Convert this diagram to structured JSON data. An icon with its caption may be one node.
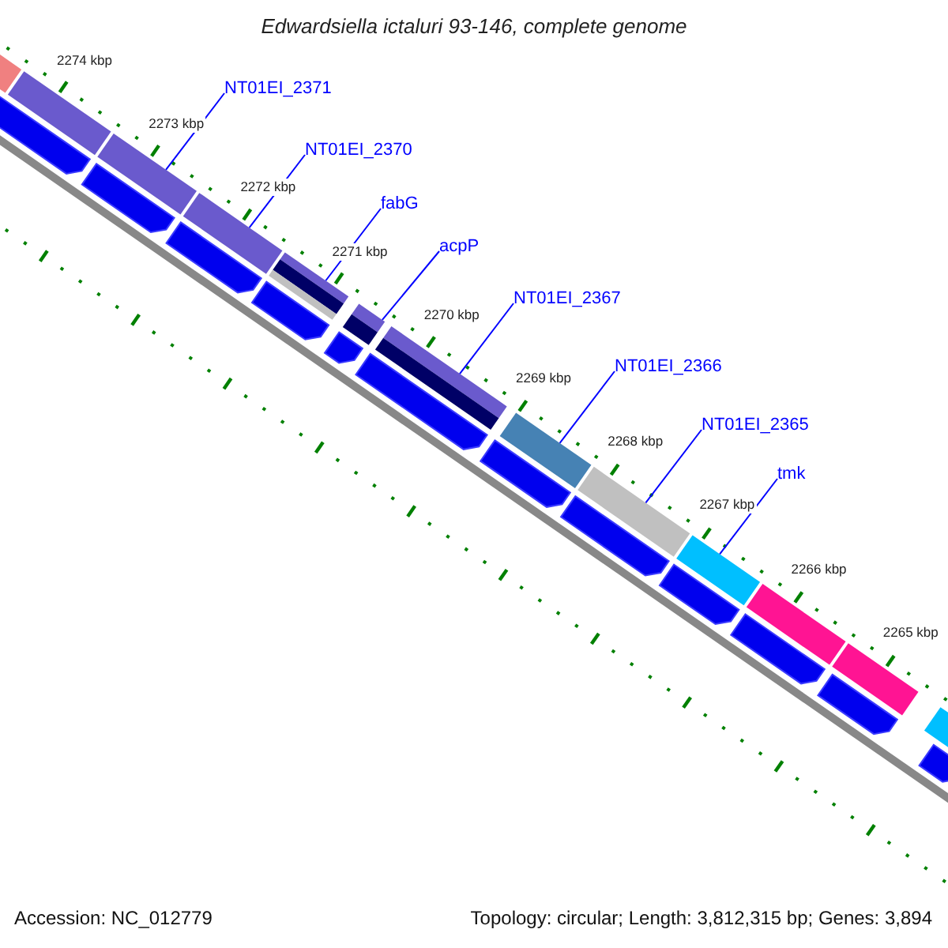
{
  "diagram": {
    "title": "Edwardsiella ictaluri 93-146, complete genome",
    "nodes": [
      {
        "text": [
          "NT01EI_2371"
        ]
      },
      {
        "text": [
          "NT01EI_2370"
        ]
      },
      {
        "text": [
          "fabG"
        ]
      },
      {
        "text": [
          "acpP"
        ]
      },
      {
        "text": [
          "NT01EI_2367"
        ]
      },
      {
        "text": [
          "NT01EI_2366"
        ]
      },
      {
        "text": [
          "NT01EI_2365"
        ]
      },
      {
        "text": [
          "tmk"
        ]
      },
      {
        "text": [],
        "shape": "bar"
      },
      {
        "text": [],
        "shape": "bar"
      },
      {
        "text": [],
        "shape": "bar"
      },
      {
        "text": [],
        "shape": "bar"
      },
      {
        "text": [],
        "shape": "bar"
      },
      {
        "text": [],
        "shape": "bar"
      },
      {
        "text": [],
        "shape": "bar"
      },
      {
        "text": [],
        "shape": "bar"
      },
      {
        "text": [],
        "shape": "bar"
      },
      {
        "text": [],
        "shape": "bar"
      },
      {
        "text": [],
        "shape": "bar"
      },
      {
        "text": [],
        "shape": "bar"
      },
      {
        "text": [],
        "shape": "bar"
      },
      {
        "text": [],
        "shape": "bar"
      },
      {
        "text": [],
        "shape": "bar"
      },
      {
        "text": [],
        "shape": "bar"
      },
      {
        "text": [],
        "shape": "bar"
      },
      {
        "text": [],
        "shape": "bar"
      },
      {
        "text": [],
        "shape": "bar"
      },
      {
        "text": [],
        "shape": "bar"
      },
      {
        "text": [],
        "shape": "bar"
      },
      {
        "text": [],
        "shape": "bar"
      },
      {
        "text": [],
        "shape": "bar"
      },
      {
        "text": [],
        "shape": "bar"
      },
      {
        "text": [],
        "shape": "bar"
      }
    ],
    "edges": [
      {
        "from": 0,
        "to": 10,
        "arrow": "none"
      },
      {
        "from": 1,
        "to": 11,
        "arrow": "none"
      },
      {
        "from": 2,
        "to": 12,
        "arrow": "none"
      },
      {
        "from": 3,
        "to": 13,
        "arrow": "none"
      },
      {
        "from": 4,
        "to": 14,
        "arrow": "none"
      },
      {
        "from": 5,
        "to": 15,
        "arrow": "none"
      },
      {
        "from": 6,
        "to": 16,
        "arrow": "none"
      },
      {
        "from": 7,
        "to": 17,
        "arrow": "none"
      }
    ],
    "labels": [
      "2274 kbp",
      "2273 kbp",
      "2272 kbp",
      "2271 kbp",
      "2270 kbp",
      "2269 kbp",
      "2268 kbp",
      "2267 kbp",
      "2266 kbp",
      "2265 kbp",
      "Accession: NC_012779",
      "Topology: circular; Length: 3,812,315 bp; Genes: 3,894"
    ]
  }
}
